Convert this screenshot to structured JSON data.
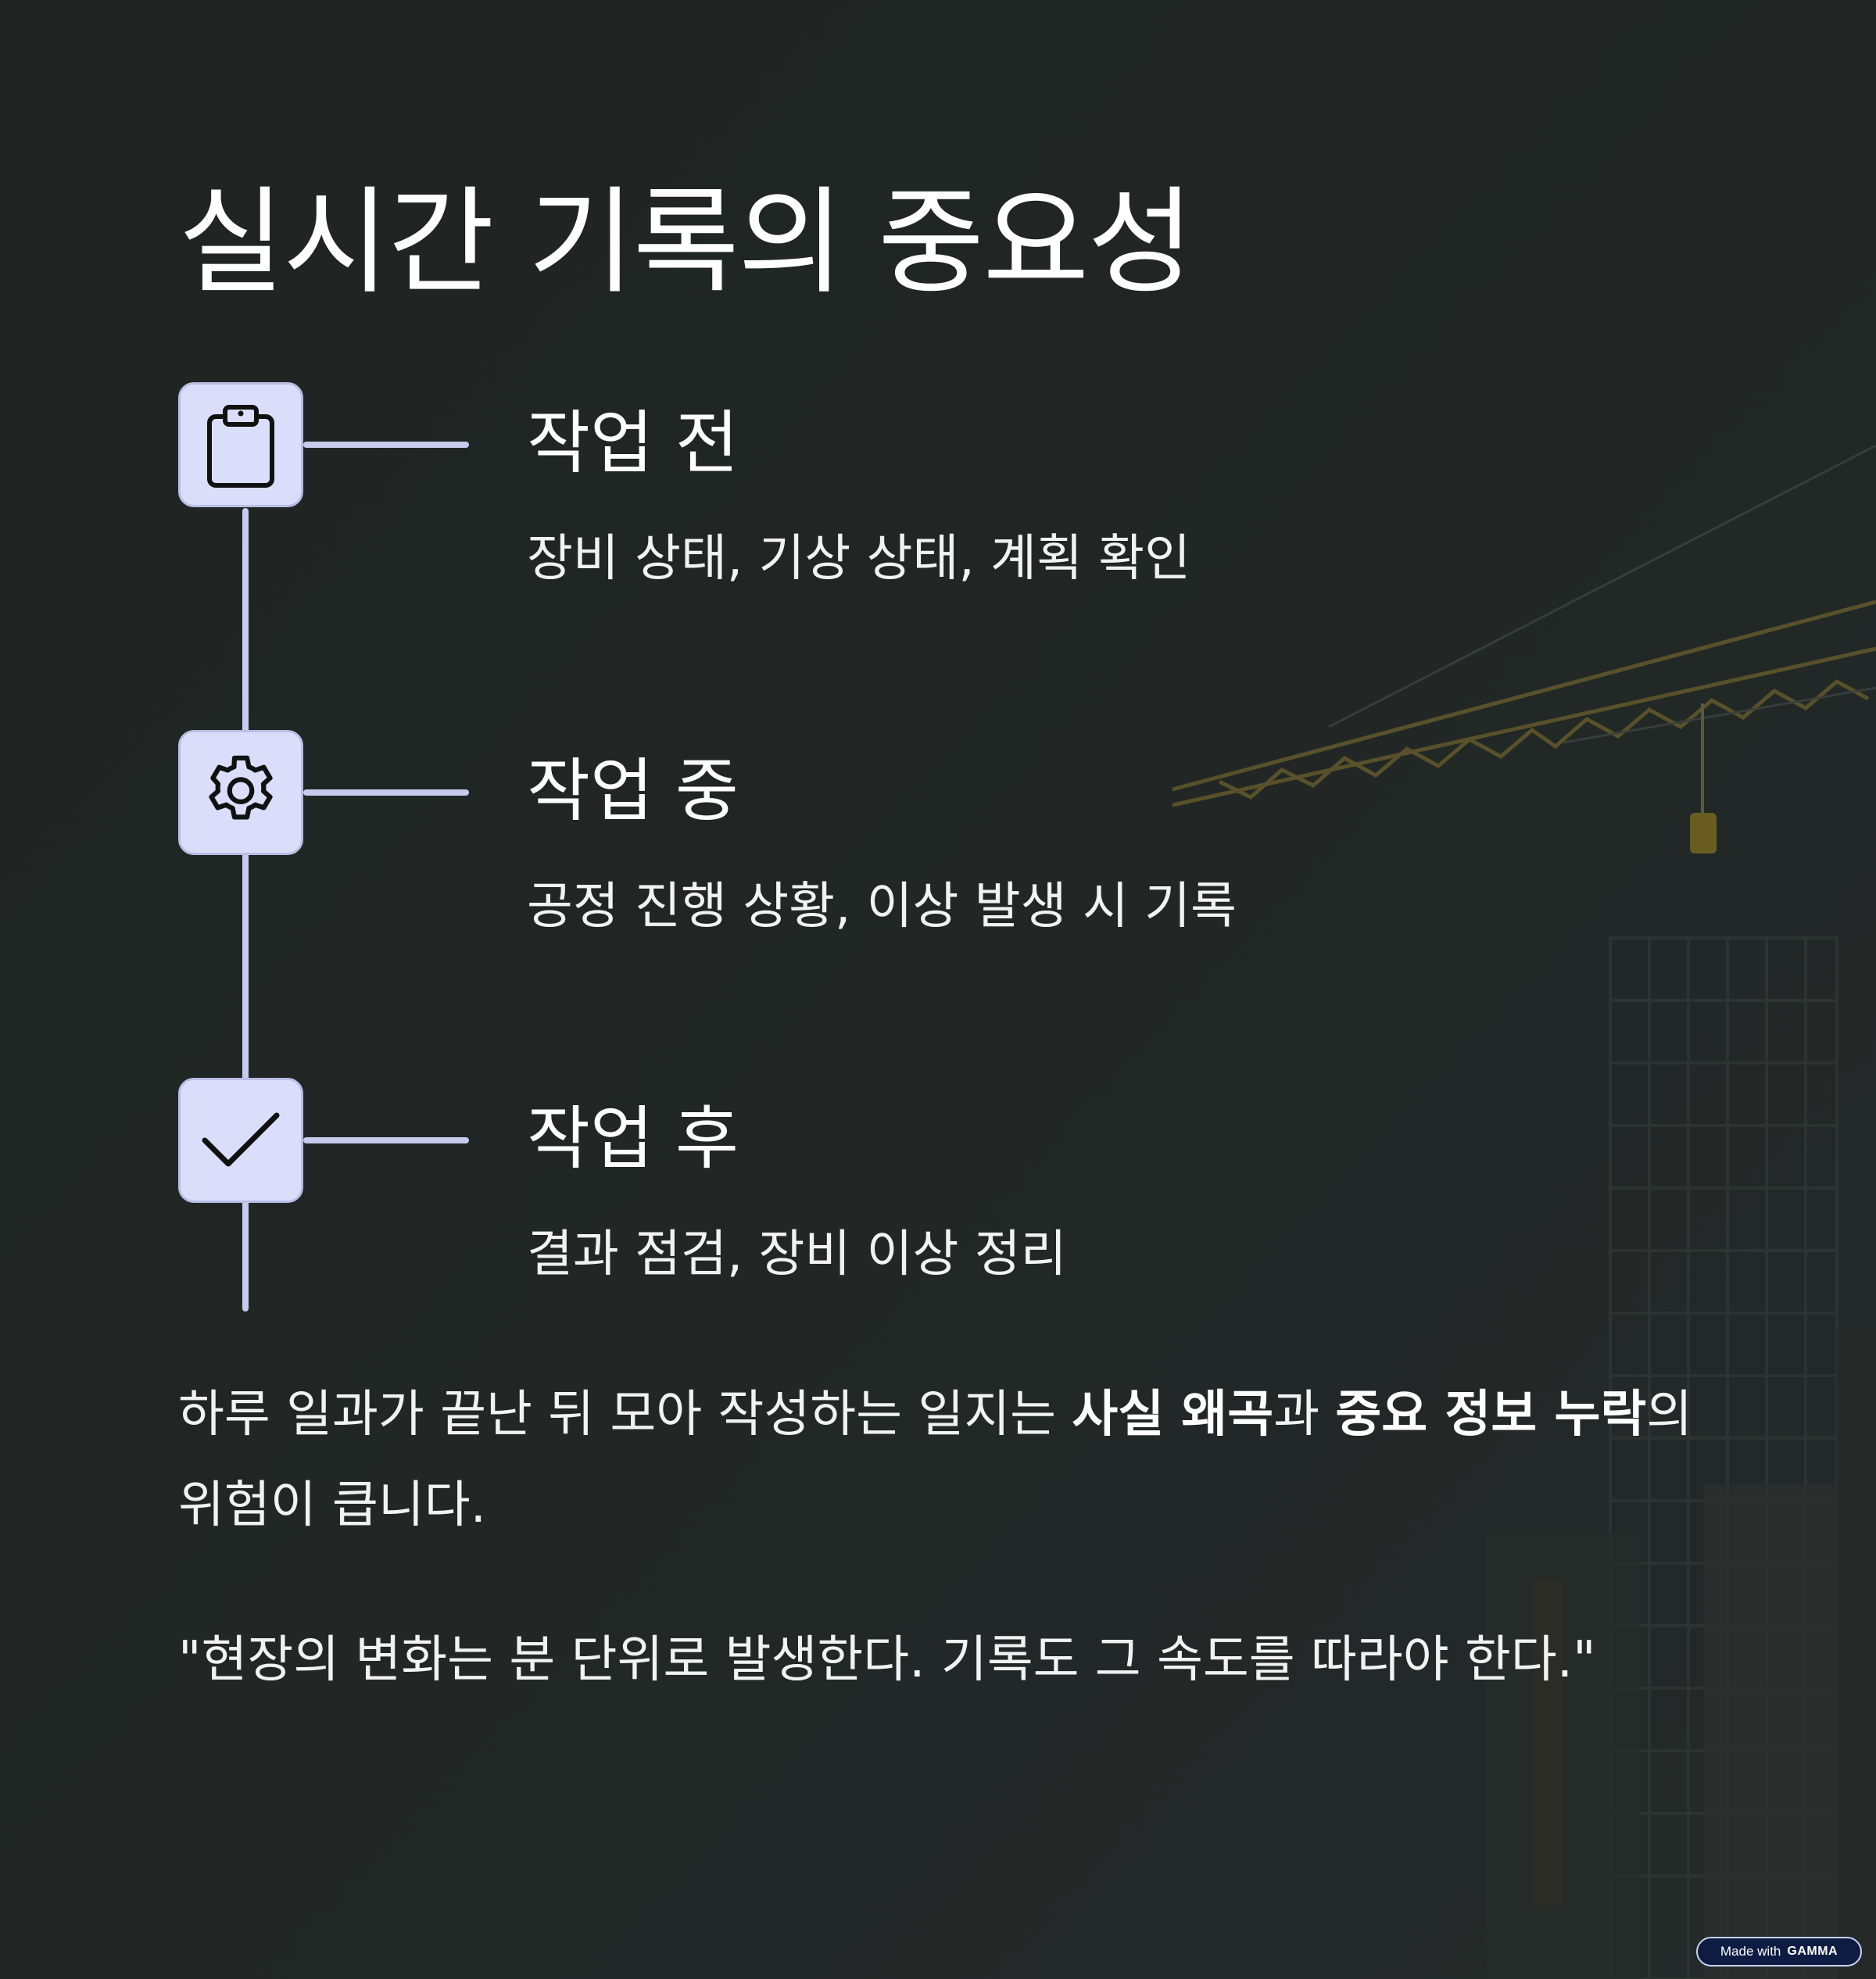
{
  "title": "실시간 기록의 중요성",
  "steps": [
    {
      "icon": "clipboard-icon",
      "title": "작업 전",
      "description": "장비 상태, 기상 상태, 계획 확인"
    },
    {
      "icon": "gear-icon",
      "title": "작업 중",
      "description": "공정 진행 상황, 이상 발생 시 기록"
    },
    {
      "icon": "check-icon",
      "title": "작업 후",
      "description": "결과 점검, 장비 이상 정리"
    }
  ],
  "paragraph1": {
    "pre": "하루 일과가 끝난 뒤 모아 작성하는 일지는 ",
    "bold1": "사실 왜곡",
    "mid": "과 ",
    "bold2": "중요 정보 누락",
    "post": "의 위험이 큽니다."
  },
  "quote": "\"현장의 변화는 분 단위로 발생한다. 기록도 그 속도를 따라야 한다.\"",
  "badge": {
    "prefix": "Made with",
    "brand": "GAMMA"
  },
  "colors": {
    "background": "#202624",
    "icon_box": "#dadefa",
    "timeline": "#c7cbee",
    "text": "#ffffff",
    "crane": "#8a7a2e"
  }
}
